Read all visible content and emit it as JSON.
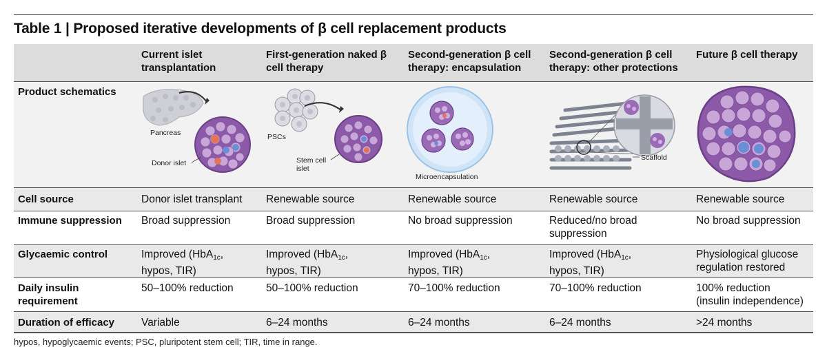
{
  "table": {
    "title": "Table 1 | Proposed iterative developments of β cell replacement products",
    "columns": [
      {
        "line1": "Current islet",
        "line2": "transplantation"
      },
      {
        "line1": "First-generation naked β",
        "line2": "cell therapy"
      },
      {
        "line1": "Second-generation β cell",
        "line2": "therapy: encapsulation"
      },
      {
        "line1": "Second-generation β cell",
        "line2": "therapy: other protections"
      },
      {
        "line1": "Future β cell therapy",
        "line2": ""
      }
    ],
    "schematics_label": "Product schematics",
    "schematic_labels": {
      "pancreas": "Pancreas",
      "donor_islet": "Donor islet",
      "pscs": "PSCs",
      "stem_cell_islet_1": "Stem cell",
      "stem_cell_islet_2": "islet",
      "microencapsulation": "Microencapsulation",
      "scaffold": "Scaffold"
    },
    "rows": {
      "cell_source": {
        "label": "Cell source",
        "values": [
          "Donor islet transplant",
          "Renewable source",
          "Renewable source",
          "Renewable source",
          "Renewable source"
        ]
      },
      "immune": {
        "label": "Immune suppression",
        "values": [
          {
            "l1": "Broad suppression",
            "l2": ""
          },
          {
            "l1": "Broad suppression",
            "l2": ""
          },
          {
            "l1": "No broad suppression",
            "l2": ""
          },
          {
            "l1": "Reduced/no broad",
            "l2": "suppression"
          },
          {
            "l1": "No broad suppression",
            "l2": ""
          }
        ]
      },
      "glycaemic": {
        "label": "Glycaemic control",
        "improved_pre": "Improved (HbA",
        "improved_sub": "1c",
        "improved_post": ",",
        "improved_l2": "hypos, TIR)",
        "future_l1": "Physiological glucose",
        "future_l2": "regulation restored"
      },
      "insulin": {
        "label_l1": "Daily insulin",
        "label_l2": "requirement",
        "values": [
          {
            "l1": "50–100% reduction",
            "l2": ""
          },
          {
            "l1": "50–100% reduction",
            "l2": ""
          },
          {
            "l1": "70–100% reduction",
            "l2": ""
          },
          {
            "l1": "70–100% reduction",
            "l2": ""
          },
          {
            "l1": "100% reduction",
            "l2": "(insulin independence)"
          }
        ]
      },
      "duration": {
        "label": "Duration of efficacy",
        "values": [
          "Variable",
          "6–24 months",
          "6–24 months",
          "6–24 months",
          ">24 months"
        ]
      }
    },
    "footnote": "hypos, hypoglycaemic events; PSC, pluripotent stem cell; TIR, time in range."
  }
}
